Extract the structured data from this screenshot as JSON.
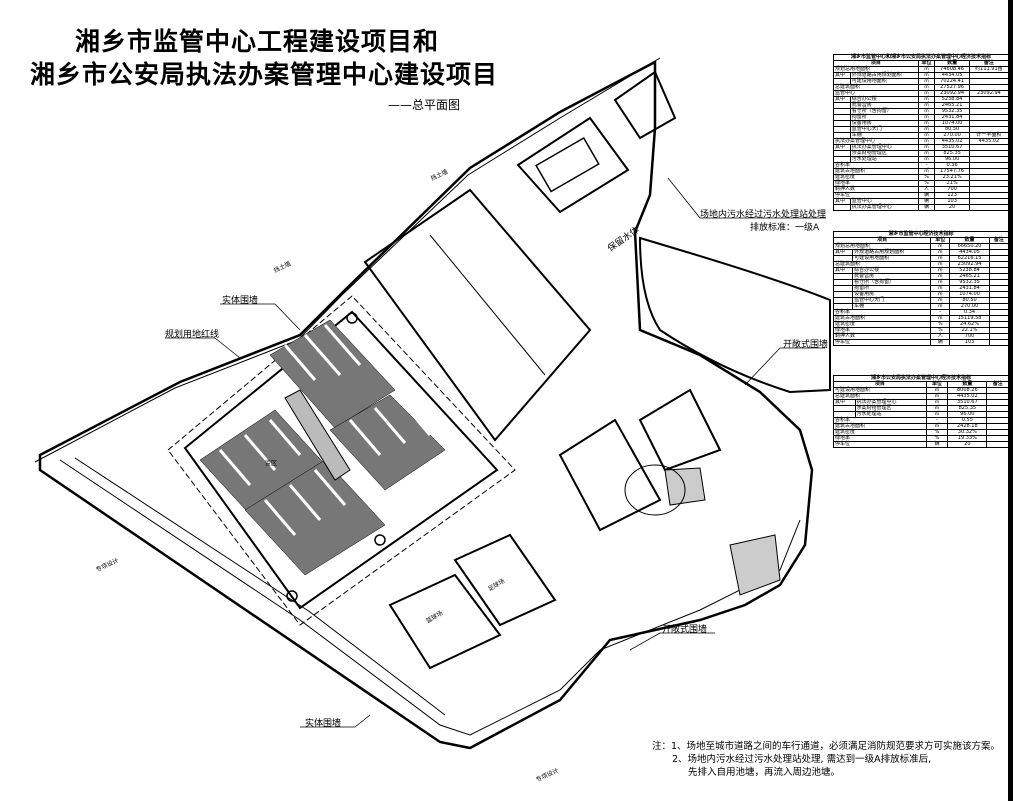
{
  "title": {
    "line1": "湘乡市监管中心工程建设项目和",
    "line2": "湘乡市公安局执法办案管理中心建设项目",
    "subtitle": "——总平面图"
  },
  "labels": {
    "solid_wall_top": "实体围墙",
    "solid_wall_bottom": "实体围墙",
    "red_line": "规划用地红线",
    "open_wall_right": "开敞式围墙",
    "open_wall_bottom": "开敞式围墙",
    "water": "保留水体",
    "sewage_line1": "场地内污水经过污水处理站处理",
    "sewage_line2": "排放标准：一级A",
    "retaining_wall": "挡土墙",
    "special_design": "专项设计",
    "yard": "监区",
    "field1": "篮球场",
    "field2": "足球场"
  },
  "table1": {
    "title": "湘乡市监管中心和湘乡市公安局执法办案管理中心经济技术指标",
    "headers": [
      "项目",
      "单位",
      "数量",
      "备注"
    ],
    "rows": [
      [
        "规划总用地面积",
        "",
        "㎡",
        "74608.46",
        "约111.91亩"
      ],
      [
        "其中",
        "外规道路占用规划面积",
        "㎡",
        "4434.05",
        ""
      ],
      [
        "",
        "可建设用地面积",
        "㎡",
        "70224.41",
        ""
      ],
      [
        "总建筑面积",
        "",
        "㎡",
        "27527.96",
        ""
      ],
      [
        "监管中心",
        "",
        "㎡",
        "23092.94",
        "23092.94"
      ],
      [
        "其中",
        "综合办公楼",
        "㎡",
        "5238.84",
        ""
      ],
      [
        "",
        "武警营房",
        "㎡",
        "2465.21",
        ""
      ],
      [
        "",
        "看守所（含拘留）",
        "㎡",
        "9532.35",
        ""
      ],
      [
        "",
        "拘留所",
        "㎡",
        "2431.84",
        ""
      ],
      [
        "",
        "设备用房",
        "㎡",
        "1074.00",
        ""
      ],
      [
        "",
        "监管中心大门",
        "㎡",
        "80.50",
        ""
      ],
      [
        "",
        "车棚",
        "㎡",
        "270.00",
        "计一半面积"
      ],
      [
        "执法办案管理中心",
        "",
        "㎡",
        "4435.02",
        "4435.02"
      ],
      [
        "其中",
        "执法办案管理中心",
        "㎡",
        "3510.67",
        ""
      ],
      [
        "",
        "涉案财物管理区",
        "㎡",
        "825.35",
        ""
      ],
      [
        "",
        "污水处理站",
        "㎡",
        "96.00",
        ""
      ],
      [
        "容积率",
        "",
        "-",
        "0.36",
        ""
      ],
      [
        "建筑占地面积",
        "",
        "㎡",
        "17547.76",
        ""
      ],
      [
        "建筑密度",
        "",
        "%",
        "23.21%",
        ""
      ],
      [
        "绿地率",
        "",
        "%",
        "21%",
        ""
      ],
      [
        "羁押人数",
        "",
        "人",
        "700",
        ""
      ],
      [
        "停车位",
        "",
        "辆",
        "123",
        ""
      ],
      [
        "其中",
        "监管中心",
        "辆",
        "103",
        ""
      ],
      [
        "",
        "执法办案管理中心",
        "辆",
        "20",
        ""
      ]
    ]
  },
  "table2": {
    "title": "湘乡市监管中心经济技术指标",
    "headers": [
      "项目",
      "单位",
      "数量",
      "备注"
    ],
    "rows": [
      [
        "规划总用地面积",
        "",
        "㎡",
        "66650.20",
        ""
      ],
      [
        "其中",
        "外规道路占用规划面积",
        "㎡",
        "4434.05",
        ""
      ],
      [
        "",
        "可建设用地面积",
        "㎡",
        "62216.15",
        ""
      ],
      [
        "总建筑面积",
        "",
        "㎡",
        "23092.94",
        ""
      ],
      [
        "其中",
        "综合办公楼",
        "㎡",
        "5238.84",
        ""
      ],
      [
        "",
        "武警营房",
        "㎡",
        "2465.21",
        ""
      ],
      [
        "",
        "看守所（含拘留）",
        "㎡",
        "9532.35",
        ""
      ],
      [
        "",
        "拘留所",
        "㎡",
        "2431.84",
        ""
      ],
      [
        "",
        "设备用房",
        "㎡",
        "1074.00",
        ""
      ],
      [
        "",
        "监管中心大门",
        "㎡",
        "80.50",
        ""
      ],
      [
        "",
        "车棚",
        "㎡",
        "270.00",
        ""
      ],
      [
        "容积率",
        "",
        "-",
        "0.34",
        ""
      ],
      [
        "建筑占地面积",
        "",
        "㎡",
        "15119.58",
        ""
      ],
      [
        "建筑密度",
        "",
        "%",
        "24.62%",
        ""
      ],
      [
        "绿地率",
        "",
        "%",
        "22.1%",
        ""
      ],
      [
        "羁押人数",
        "",
        "人",
        "700",
        ""
      ],
      [
        "停车位",
        "",
        "辆",
        "103",
        ""
      ]
    ]
  },
  "table3": {
    "title": "湘乡市公安局执法办案管理中心经济技术指标",
    "headers": [
      "项目",
      "单位",
      "数量",
      "备注"
    ],
    "rows": [
      [
        "可建设用地面积",
        "",
        "㎡",
        "8008.26",
        ""
      ],
      [
        "总建筑面积",
        "",
        "㎡",
        "4435.02",
        ""
      ],
      [
        "其中",
        "执法办案管理中心",
        "㎡",
        "3510.67",
        ""
      ],
      [
        "",
        "涉案财物管理区",
        "㎡",
        "825.35",
        ""
      ],
      [
        "",
        "污水处理站",
        "㎡",
        "96.00",
        ""
      ],
      [
        "容积率",
        "",
        "-",
        "0.55",
        ""
      ],
      [
        "建筑占地面积",
        "",
        "㎡",
        "2428.18",
        ""
      ],
      [
        "建筑密度",
        "",
        "%",
        "30.32%",
        ""
      ],
      [
        "绿地率",
        "",
        "%",
        "19.33%",
        ""
      ],
      [
        "停车位",
        "",
        "辆",
        "20",
        ""
      ]
    ]
  },
  "notes": {
    "line1": "注：1、场地至城市道路之间的车行通道，必须满足消防规范要求方可实施该方案。",
    "line2": "2、场地内污水经过污水处理站处理, 需达到一级A排放标准后,",
    "line3": "先排入自用池塘，再流入周边池塘。"
  }
}
